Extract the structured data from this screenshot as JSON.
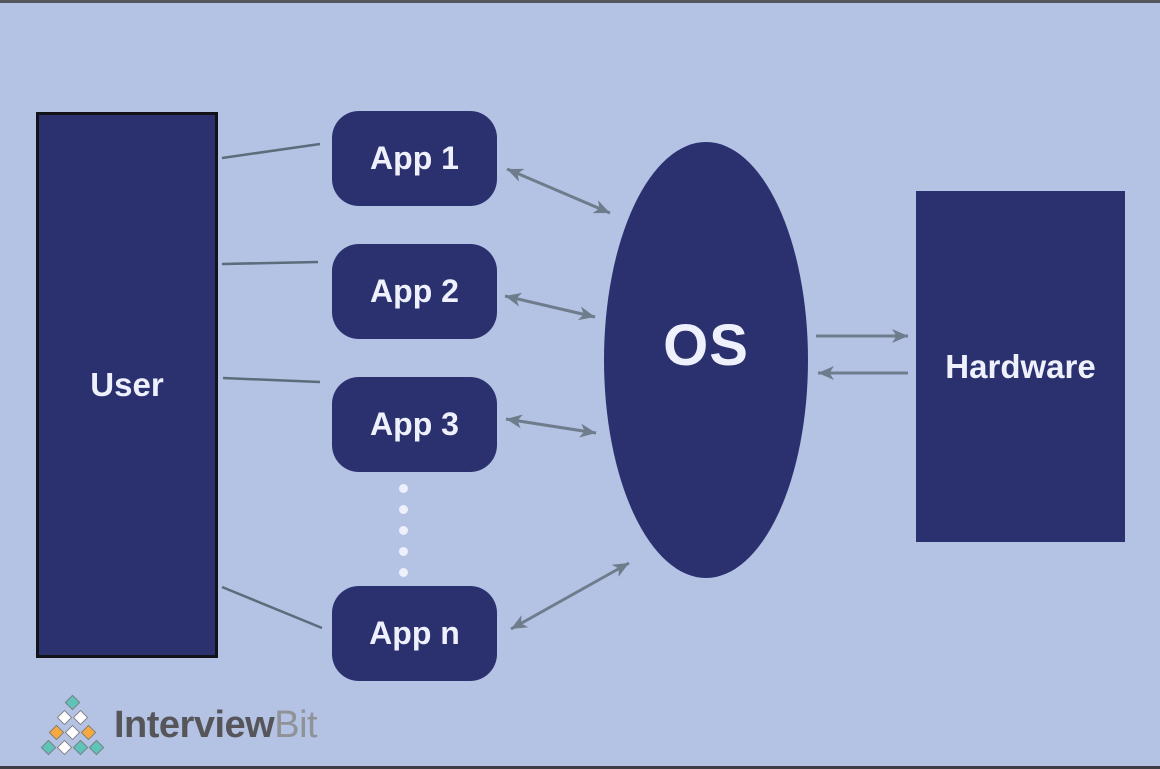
{
  "diagram": {
    "user": {
      "label": "User"
    },
    "apps": [
      {
        "label": "App 1"
      },
      {
        "label": "App 2"
      },
      {
        "label": "App 3"
      },
      {
        "label": "App n"
      }
    ],
    "os": {
      "label": "OS"
    },
    "hardware": {
      "label": "Hardware"
    },
    "separator_dots_count": 5
  },
  "palette": {
    "background": "#b4c2e4",
    "node_fill": "#2b316f",
    "node_text": "#eef1fb",
    "user_border": "#121318",
    "plain_line": "#5d6c7b",
    "arrow_line": "#6e7c8b",
    "dot_color": "#eef1fb"
  },
  "logo": {
    "text_primary": "Interview",
    "text_secondary": "Bit",
    "colors": {
      "teal": "#5fc4b8",
      "white": "#ffffff",
      "orange": "#f6a93c",
      "outline": "#7e7e88",
      "text_primary": "#56565a",
      "text_secondary": "#8f9296"
    },
    "pyramid_rows": [
      [
        "teal"
      ],
      [
        "white",
        "white"
      ],
      [
        "orange",
        "white",
        "orange"
      ],
      [
        "teal",
        "white",
        "teal",
        "teal"
      ]
    ]
  }
}
